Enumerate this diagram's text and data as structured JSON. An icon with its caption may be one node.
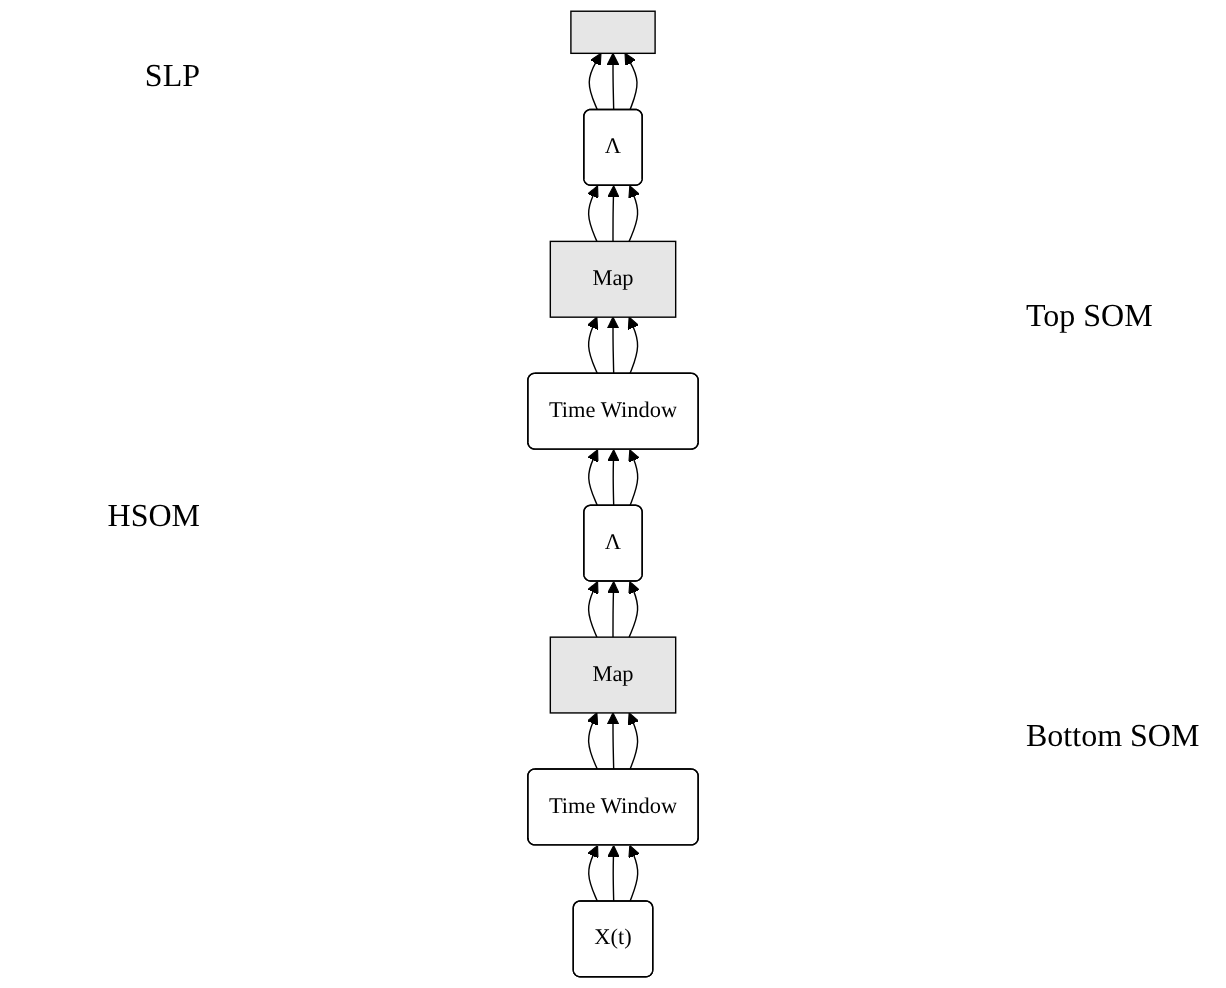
{
  "diagram": {
    "nodes": [
      {
        "text": [],
        "shape": "box"
      },
      {
        "text": [
          "Λ"
        ]
      },
      {
        "text": [
          "Map"
        ]
      },
      {
        "text": [
          "Time Window"
        ]
      },
      {
        "text": [
          "Λ"
        ]
      },
      {
        "text": [
          "Map"
        ]
      },
      {
        "text": [
          "Time Window"
        ]
      },
      {
        "text": [
          "X(t)"
        ]
      }
    ],
    "edges": [
      {
        "from": 7,
        "to": 6,
        "arrow": "to"
      },
      {
        "from": 7,
        "to": 6,
        "arrow": "to"
      },
      {
        "from": 7,
        "to": 6,
        "arrow": "to"
      },
      {
        "from": 6,
        "to": 5,
        "arrow": "to"
      },
      {
        "from": 6,
        "to": 5,
        "arrow": "to"
      },
      {
        "from": 6,
        "to": 5,
        "arrow": "to"
      },
      {
        "from": 5,
        "to": 4,
        "arrow": "to"
      },
      {
        "from": 5,
        "to": 4,
        "arrow": "to"
      },
      {
        "from": 5,
        "to": 4,
        "arrow": "to"
      },
      {
        "from": 4,
        "to": 3,
        "arrow": "to"
      },
      {
        "from": 4,
        "to": 3,
        "arrow": "to"
      },
      {
        "from": 4,
        "to": 3,
        "arrow": "to"
      },
      {
        "from": 3,
        "to": 2,
        "arrow": "to"
      },
      {
        "from": 3,
        "to": 2,
        "arrow": "to"
      },
      {
        "from": 3,
        "to": 2,
        "arrow": "to"
      },
      {
        "from": 2,
        "to": 1,
        "arrow": "to"
      },
      {
        "from": 2,
        "to": 1,
        "arrow": "to"
      },
      {
        "from": 2,
        "to": 1,
        "arrow": "to"
      },
      {
        "from": 1,
        "to": 0,
        "arrow": "to"
      },
      {
        "from": 1,
        "to": 0,
        "arrow": "to"
      },
      {
        "from": 1,
        "to": 0,
        "arrow": "to"
      }
    ],
    "labels": [
      "SLP",
      "Top SOM",
      "HSOM",
      "Bottom SOM"
    ]
  }
}
